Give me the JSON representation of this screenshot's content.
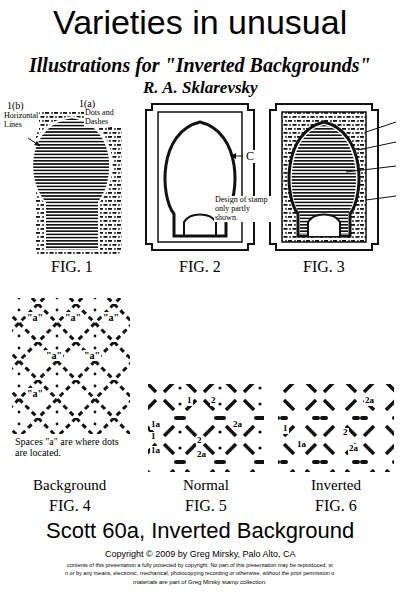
{
  "diagram": {
    "title": "Varieties in unusual",
    "caption": "Scott 60a, Inverted Background",
    "labels": [
      "Illustrations for \"Inverted Backgrounds\"",
      "R. A. Sklarevsky",
      "1(b)",
      "Horizontal Lines",
      "1(a)",
      "Dots and Dashes",
      "C",
      "Design of stamp only partly shown.",
      "FIG. 1",
      "FIG. 2",
      "FIG. 3",
      "\"a\"",
      "\"a\"",
      "\"a\"",
      "\"a\"",
      "\"a\"",
      "\"a\"",
      "1",
      "2",
      "1a",
      "2a",
      "1",
      "1a",
      "2",
      "2a",
      "1",
      "1a",
      "2",
      "2a",
      "2a",
      "Spaces \"a\" are where dots are located.",
      "Background",
      "Normal",
      "Inverted",
      "FIG. 4",
      "FIG. 5",
      "FIG. 6",
      "Copyright © 2009 by Greg Mirsky, Palo Alto, CA",
      "contents of this presentation a fully protected by copyright. No part of this presentation may be reproduced, st",
      "n or by any means, electronic, mechanical, photocopying recording or otherwise, without the prior permission o",
      "materials are part of Greg Mirsky stamp collection."
    ]
  }
}
